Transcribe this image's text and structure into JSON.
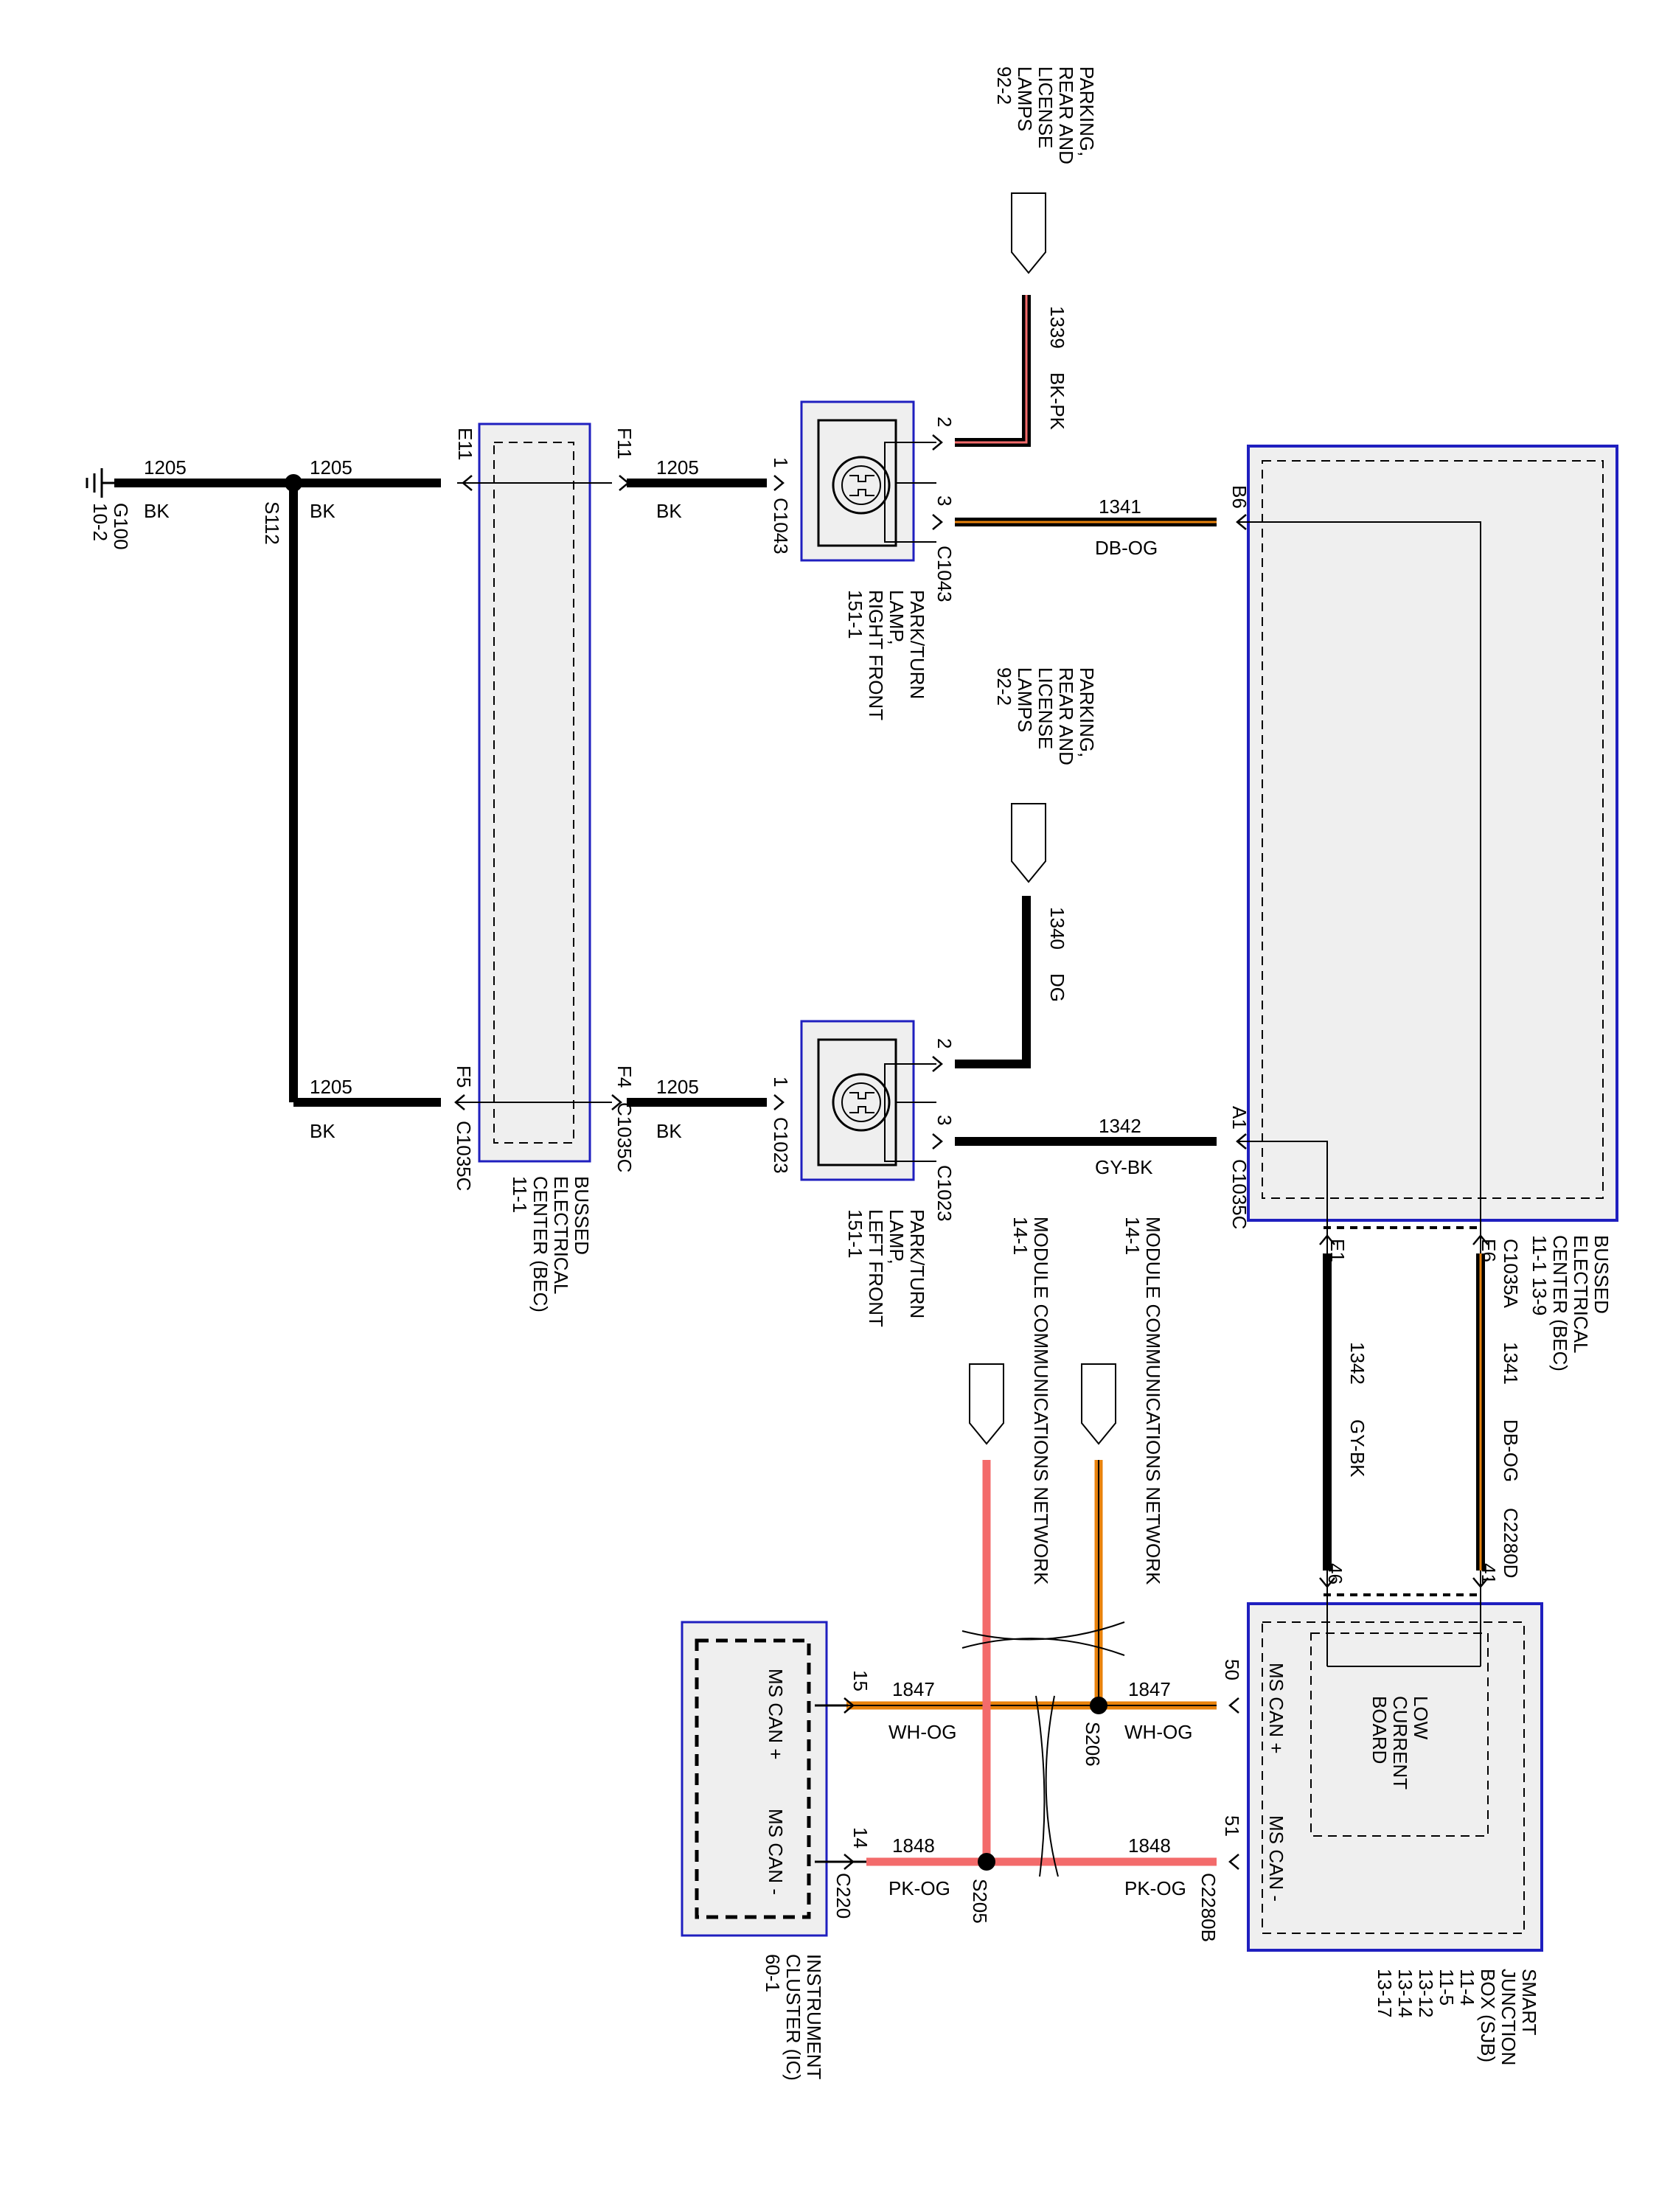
{
  "labels": {
    "parking_rear_license_1": [
      "PARKING,",
      "REAR AND",
      "LICENSE",
      "LAMPS",
      "92-2"
    ],
    "parking_rear_license_2": [
      "PARKING,",
      "REAR AND",
      "LICENSE",
      "LAMPS",
      "92-2"
    ],
    "park_turn_rf": [
      "PARK/TURN",
      "LAMP,",
      "RIGHT FRONT",
      "151-1"
    ],
    "park_turn_lf": [
      "PARK/TURN",
      "LAMP,",
      "LEFT FRONT",
      "151-1"
    ],
    "bec_left": [
      "BUSSED",
      "ELECTRICAL",
      "CENTER (BEC)",
      "11-1"
    ],
    "bec_right": [
      "BUSSED",
      "ELECTRICAL",
      "CENTER (BEC)",
      "11-1     13-9"
    ],
    "module_comm_1": [
      "MODULE COMMUNICATIONS NETWORK",
      "14-1"
    ],
    "module_comm_2": [
      "MODULE COMMUNICATIONS NETWORK",
      "14-1"
    ],
    "sjb": [
      "SMART",
      "JUNCTION",
      "BOX (SJB)",
      "11-4",
      "11-5",
      "13-12",
      "13-14",
      "13-17"
    ],
    "ic": [
      "INSTRUMENT",
      "CLUSTER (IC)",
      "60-1"
    ],
    "low_current_board": [
      "LOW",
      "CURRENT",
      "BOARD"
    ],
    "ground": [
      "G100",
      "10-2"
    ]
  },
  "wires": [
    {
      "id": "w1205_a",
      "circuit": "1205",
      "color": "BK"
    },
    {
      "id": "w1205_b",
      "circuit": "1205",
      "color": "BK"
    },
    {
      "id": "w1205_c",
      "circuit": "1205",
      "color": "BK"
    },
    {
      "id": "w1205_d",
      "circuit": "1205",
      "color": "BK"
    },
    {
      "id": "w1205_e",
      "circuit": "1205",
      "color": "BK"
    },
    {
      "id": "w1339",
      "circuit": "1339",
      "color": "BK-PK"
    },
    {
      "id": "w1340",
      "circuit": "1340",
      "color": "DG"
    },
    {
      "id": "w1341_a",
      "circuit": "1341",
      "color": "DB-OG"
    },
    {
      "id": "w1342_a",
      "circuit": "1342",
      "color": "GY-BK"
    },
    {
      "id": "w1341_b",
      "circuit": "1341",
      "color": "DB-OG"
    },
    {
      "id": "w1342_b",
      "circuit": "1342",
      "color": "GY-BK"
    },
    {
      "id": "w1847_a",
      "circuit": "1847",
      "color": "WH-OG"
    },
    {
      "id": "w1847_b",
      "circuit": "1847",
      "color": "WH-OG"
    },
    {
      "id": "w1848_a",
      "circuit": "1848",
      "color": "PK-OG"
    },
    {
      "id": "w1848_b",
      "circuit": "1848",
      "color": "PK-OG"
    }
  ],
  "connectors": {
    "c1043_pin1": "1",
    "c1043_a": "C1043",
    "c1043_pin2": "2",
    "c1043_pin3": "3",
    "c1043_b": "C1043",
    "c1023_pin1": "1",
    "c1023_a": "C1023",
    "c1023_pin2": "2",
    "c1023_pin3": "3",
    "c1023_b": "C1023",
    "e11": "E11",
    "f11": "F11",
    "f5": "F5",
    "f4": "F4",
    "c1035c_a": "C1035C",
    "c1035c_b": "C1035C",
    "c1035c_c": "C1035C",
    "b6": "B6",
    "a1": "A1",
    "e6": "E6",
    "e1": "E1",
    "c1035a": "C1035A",
    "pin41": "41",
    "pin46": "46",
    "c2280d": "C2280D",
    "pin50": "50",
    "pin51": "51",
    "c2280b": "C2280B",
    "pin15": "15",
    "pin14": "14",
    "c220": "C220",
    "s112": "S112",
    "s206": "S206",
    "s205": "S205"
  },
  "pin_names": {
    "sjb_ms_can_plus": "MS CAN +",
    "sjb_ms_can_minus": "MS CAN -",
    "ic_ms_can_plus": "MS CAN +",
    "ic_ms_can_minus": "MS CAN -"
  },
  "colors": {
    "wire_black": "#000000",
    "wire_orange": "#e8820c",
    "wire_pink": "#f36b6b",
    "wire_darkred": "#7a1a1a",
    "box_blue": "#1f1fbf",
    "box_fill": "#efefef"
  }
}
